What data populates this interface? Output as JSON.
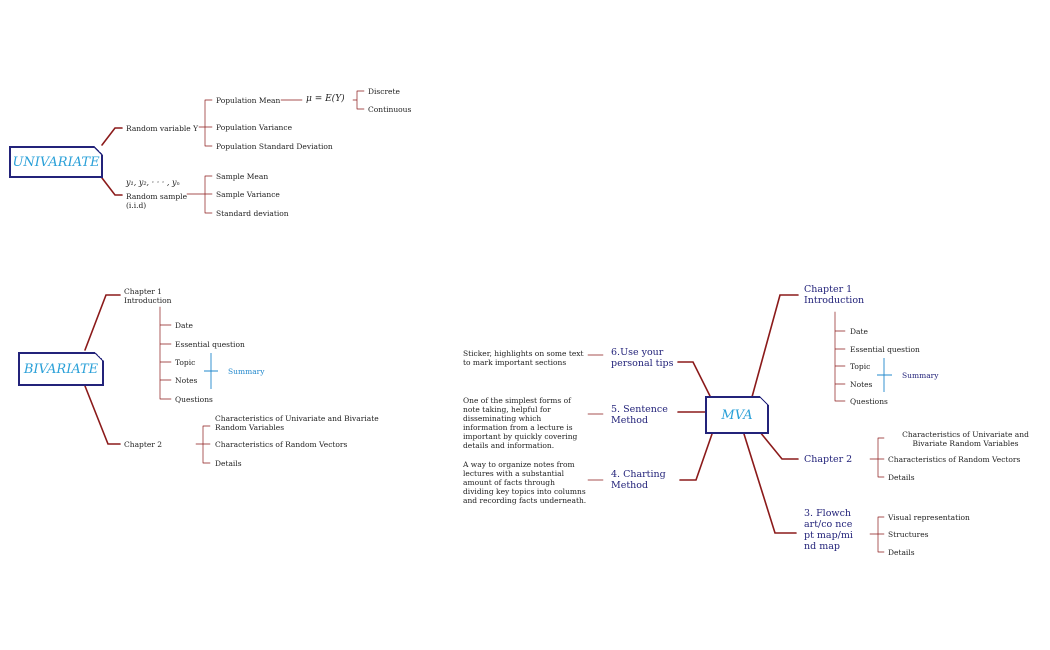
{
  "univariate": {
    "title": "UNIVARIATE",
    "rv_label": "Random variable Y",
    "pop_mean": "Population Mean",
    "mu_formula": "μ = E(Y)",
    "discrete": "Discrete",
    "continuous": "Continuous",
    "pop_variance": "Population Variance",
    "pop_sd": "Population Standard Deviation",
    "sample_formula": "y₁, y₂, · · · , yₙ",
    "sample_label": "Random sample",
    "iid": "(i.i.d)",
    "sample_mean": "Sample Mean",
    "sample_variance": "Sample Variance",
    "std_dev": "Standard deviation"
  },
  "bivariate": {
    "title": "BIVARIATE",
    "chapter1": "Chapter 1\nIntroduction",
    "date": "Date",
    "essential": "Essential question",
    "topic": "Topic",
    "notes": "Notes",
    "summary": "Summary",
    "questions": "Questions",
    "chapter2": "Chapter 2",
    "char_uni_bi": "Characteristics of Univariate and Bivariate Random Variables",
    "char_vectors": "Characteristics of Random Vectors",
    "details": "Details"
  },
  "mva": {
    "title": "MVA",
    "chapter1": "Chapter 1 Introduction",
    "date": "Date",
    "essential": "Essential question",
    "topic": "Topic",
    "notes": "Notes",
    "summary": "Summary",
    "questions": "Questions",
    "chapter2": "Chapter 2",
    "char_uni_bi": "Characteristics of Univariate and Bivariate Random Variables",
    "char_vectors": "Characteristics of Random Vectors",
    "details2": "Details",
    "flowchart": "3. Flowchart/co ncept map/mind map",
    "visual": "Visual representation",
    "structures": "Structures",
    "details3": "Details",
    "tips_label": "6.Use your personal tips",
    "tips_desc": "Sticker, highlights on some text to mark important sections",
    "sentence_label": "5. Sentence Method",
    "sentence_desc": "One of the simplest forms of note taking, helpful for disseminating which information from a lecture is important by quickly covering details and information.",
    "charting_label": "4. Charting Method",
    "charting_desc": "A way to organize notes from lectures with a substantial amount of facts through dividing key topics into columns and recording facts underneath."
  },
  "colors": {
    "branch": "#8b1a1a",
    "card_border": "#23237a",
    "card_text": "#2aa0d8",
    "label_blue": "#23237a",
    "summary_blue": "#2288cc"
  }
}
